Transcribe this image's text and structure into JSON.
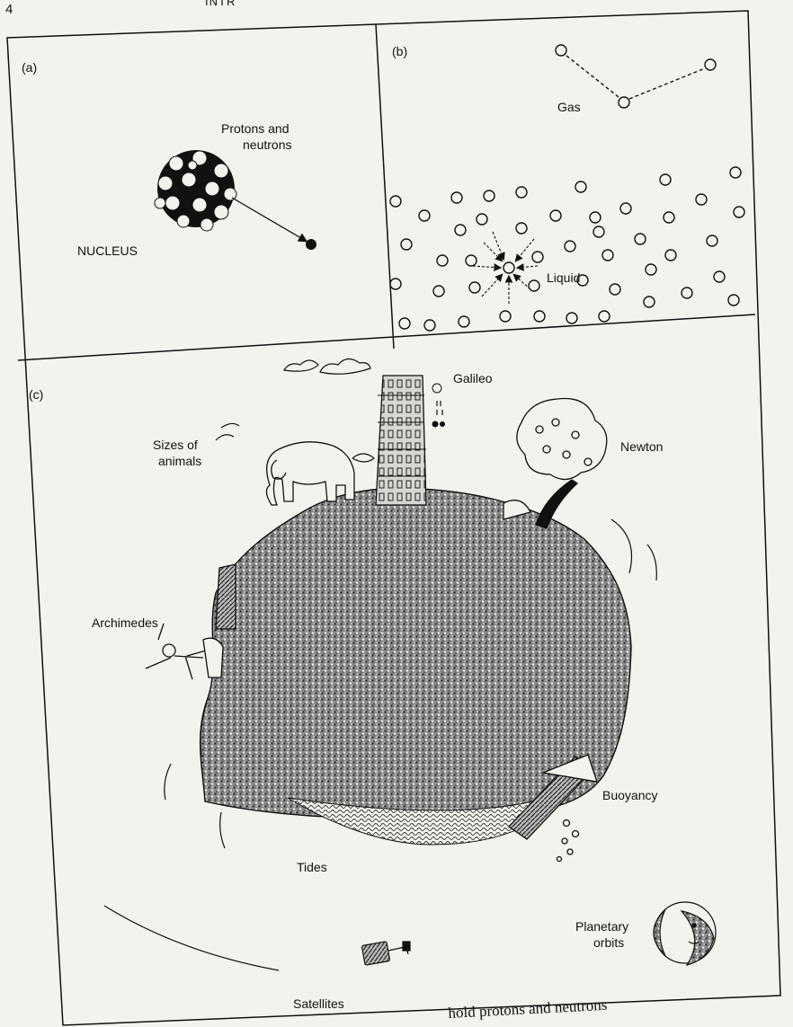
{
  "page": {
    "number": "4",
    "running_head": "INTR"
  },
  "panel_a": {
    "label": "(a)",
    "protons_label_line1": "Protons and",
    "protons_label_line2": "neutrons",
    "nucleus_label": "NUCLEUS"
  },
  "panel_b": {
    "label": "(b)",
    "gas_label": "Gas",
    "liquid_label": "Liquid"
  },
  "panel_c": {
    "label": "(c)",
    "galileo": "Galileo",
    "newton": "Newton",
    "sizes_line1": "Sizes of",
    "sizes_line2": "animals",
    "archimedes": "Archimedes",
    "buoyancy": "Buoyancy",
    "tides": "Tides",
    "planetary_line1": "Planetary",
    "planetary_line2": "orbits",
    "satellites": "Satellites"
  },
  "caption": {
    "text": "hold protons and neutrons"
  }
}
